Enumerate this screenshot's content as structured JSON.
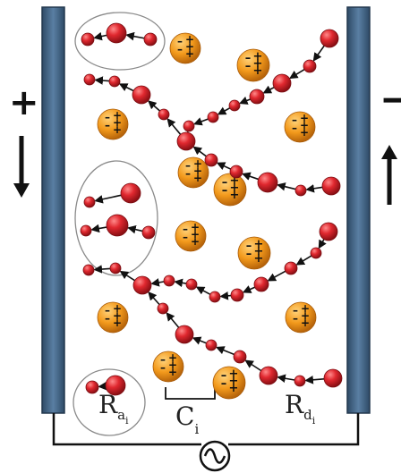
{
  "electrode_left": {
    "sign": "+"
  },
  "electrode_right": {
    "sign": "−"
  },
  "labels": {
    "r_a": "R",
    "r_a_sub": "a",
    "r_a_subsub": "i",
    "c_i": "C",
    "c_i_sub": "i",
    "r_d": "R",
    "r_d_sub": "d",
    "r_d_subsub": "i"
  },
  "particle_charge": {
    "minus": "–",
    "plus": "+"
  },
  "colors": {
    "electrode": "#3f5f7f",
    "red_particle": "#d8262f",
    "orange_particle": "#f09a1e",
    "wire": "#111111",
    "ellipse": "#8a8a8a"
  },
  "icons": [
    "arrow-down-icon",
    "arrow-up-icon",
    "ac-source-icon"
  ]
}
